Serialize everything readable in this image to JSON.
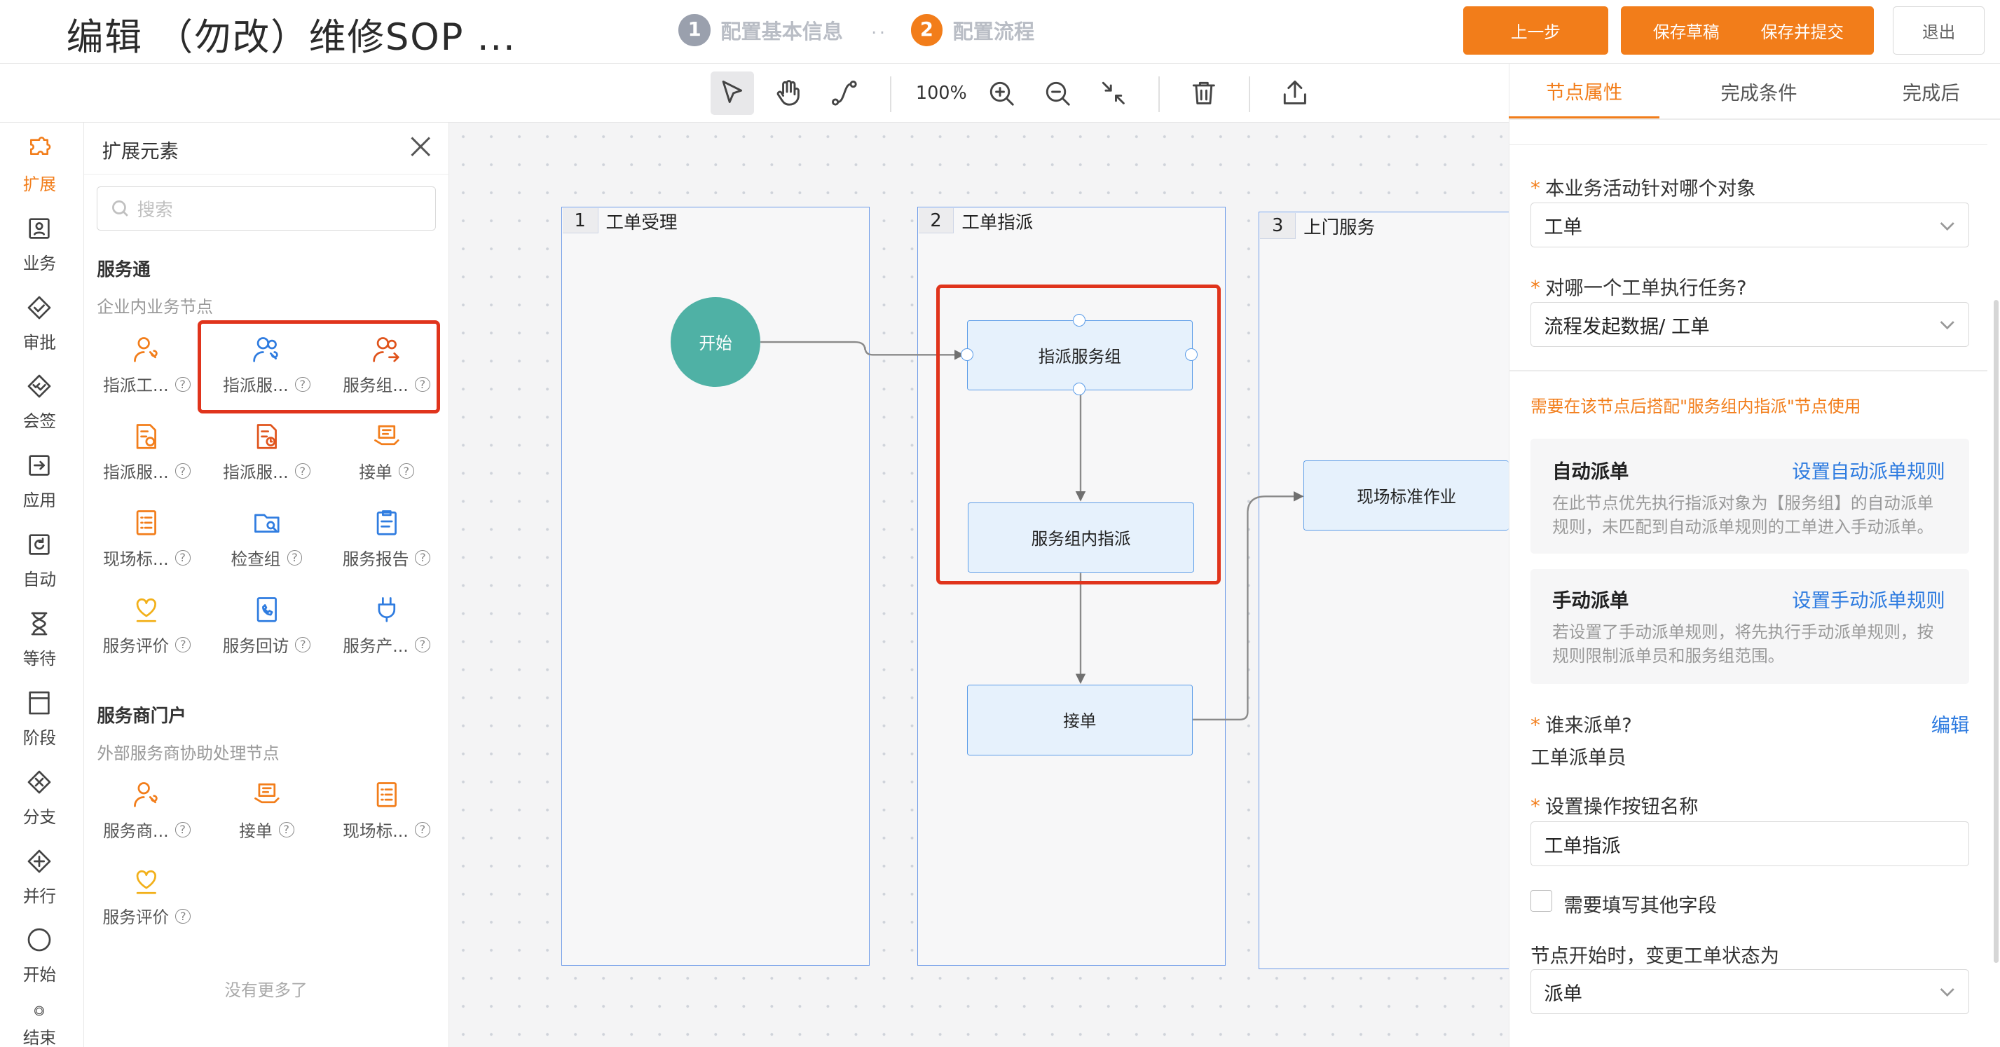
{
  "header": {
    "title": "编辑 （勿改）维修SOP ...",
    "steps": [
      {
        "num": "1",
        "label": "配置基本信息"
      },
      {
        "num": "2",
        "label": "配置流程"
      }
    ],
    "step_separator": "..",
    "buttons": {
      "prev": "上一步",
      "save_draft": "保存草稿",
      "save_submit": "保存并提交",
      "exit": "退出"
    }
  },
  "toolbar": {
    "zoom": "100%",
    "icons": [
      "select-arrow-icon",
      "hand-pan-icon",
      "connector-icon",
      "zoom-in-icon",
      "zoom-out-icon",
      "fit-screen-icon",
      "delete-icon",
      "export-icon"
    ]
  },
  "rail": {
    "items": [
      {
        "label": "扩展",
        "icon": "puzzle-icon"
      },
      {
        "label": "业务",
        "icon": "business-icon"
      },
      {
        "label": "审批",
        "icon": "approval-icon"
      },
      {
        "label": "会签",
        "icon": "countersign-icon"
      },
      {
        "label": "应用",
        "icon": "application-icon"
      },
      {
        "label": "自动",
        "icon": "automatic-icon"
      },
      {
        "label": "等待",
        "icon": "hourglass-icon"
      },
      {
        "label": "阶段",
        "icon": "stage-icon"
      },
      {
        "label": "分支",
        "icon": "branch-icon"
      },
      {
        "label": "并行",
        "icon": "parallel-icon"
      },
      {
        "label": "开始",
        "icon": "start-circle-icon"
      },
      {
        "label": "结束",
        "icon": "end-circle-icon"
      }
    ]
  },
  "panel": {
    "title": "扩展元素",
    "search_placeholder": "搜索",
    "sections": [
      {
        "heading": "服务通",
        "sub": "企业内业务节点",
        "items": [
          "指派工...",
          "指派服...",
          "服务组...",
          "指派服...",
          "指派服...",
          "接单",
          "现场标...",
          "检查组",
          "服务报告",
          "服务评价",
          "服务回访",
          "服务产..."
        ]
      },
      {
        "heading": "服务商门户",
        "sub": "外部服务商协助处理节点",
        "items": [
          "服务商...",
          "接单",
          "现场标...",
          "服务评价"
        ]
      }
    ],
    "no_more": "没有更多了"
  },
  "canvas": {
    "lanes": [
      {
        "num": "1",
        "label": "工单受理"
      },
      {
        "num": "2",
        "label": "工单指派"
      },
      {
        "num": "3",
        "label": "上门服务"
      }
    ],
    "nodes": {
      "start": "开始",
      "assign_group": "指派服务组",
      "in_group_assign": "服务组内指派",
      "accept": "接单",
      "onsite": "现场标准作业"
    }
  },
  "properties": {
    "tabs": [
      "节点属性",
      "完成条件",
      "完成后"
    ],
    "target_object_label": "本业务活动针对哪个对象",
    "target_object_value": "工单",
    "task_target_label": "对哪一个工单执行任务?",
    "task_target_value": "流程发起数据/ 工单",
    "notice": "需要在该节点后搭配\"服务组内指派\"节点使用",
    "auto_dispatch": {
      "title": "自动派单",
      "link": "设置自动派单规则",
      "desc_line1": "在此节点优先执行指派对象为【服务组】的自动派单",
      "desc_line2": "规则，未匹配到自动派单规则的工单进入手动派单。"
    },
    "manual_dispatch": {
      "title": "手动派单",
      "link": "设置手动派单规则",
      "desc_line1": "若设置了手动派单规则，将先执行手动派单规则，按",
      "desc_line2": "规则限制派单员和服务组范围。"
    },
    "who_dispatch_label": "谁来派单?",
    "who_dispatch_edit": "编辑",
    "who_dispatch_value": "工单派单员",
    "button_name_label": "设置操作按钮名称",
    "button_name_value": "工单指派",
    "extra_fields_label": "需要填写其他字段",
    "status_change_label": "节点开始时，变更工单状态为",
    "status_change_value": "派单"
  },
  "colors": {
    "accent": "#f27d1a",
    "link": "#2f7ce0",
    "start_node": "#4fb1a5",
    "highlight": "#e0341c",
    "lane_border": "#6e9be8"
  }
}
